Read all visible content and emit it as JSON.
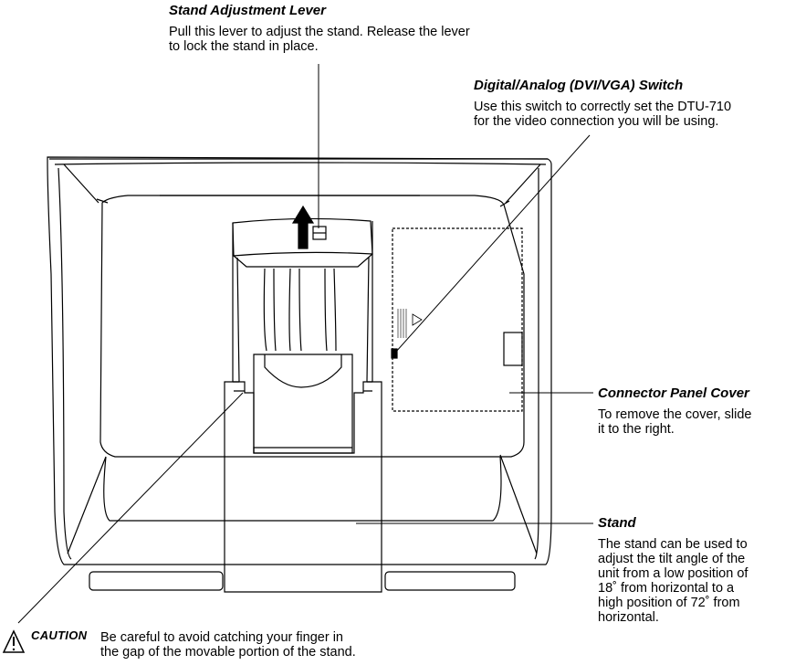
{
  "callouts": {
    "lever": {
      "title": "Stand Adjustment Lever",
      "desc": "Pull this lever to adjust the stand.  Release the lever\nto lock the stand in place."
    },
    "switch": {
      "title": "Digital/Analog (DVI/VGA) Switch",
      "desc": "Use this switch to correctly set the DTU-710\nfor the video connection you will be using."
    },
    "connector": {
      "title": "Connector Panel Cover",
      "desc": "To remove the cover, slide\nit to the right."
    },
    "stand": {
      "title": "Stand",
      "desc": "The stand can be used to\nadjust the tilt angle of the\nunit from a low position of\n18˚ from horizontal to a\nhigh position of 72˚ from\nhorizontal."
    }
  },
  "caution": {
    "label": "CAUTION",
    "text": "Be careful to avoid catching your finger in\nthe gap of the movable portion of the stand."
  }
}
